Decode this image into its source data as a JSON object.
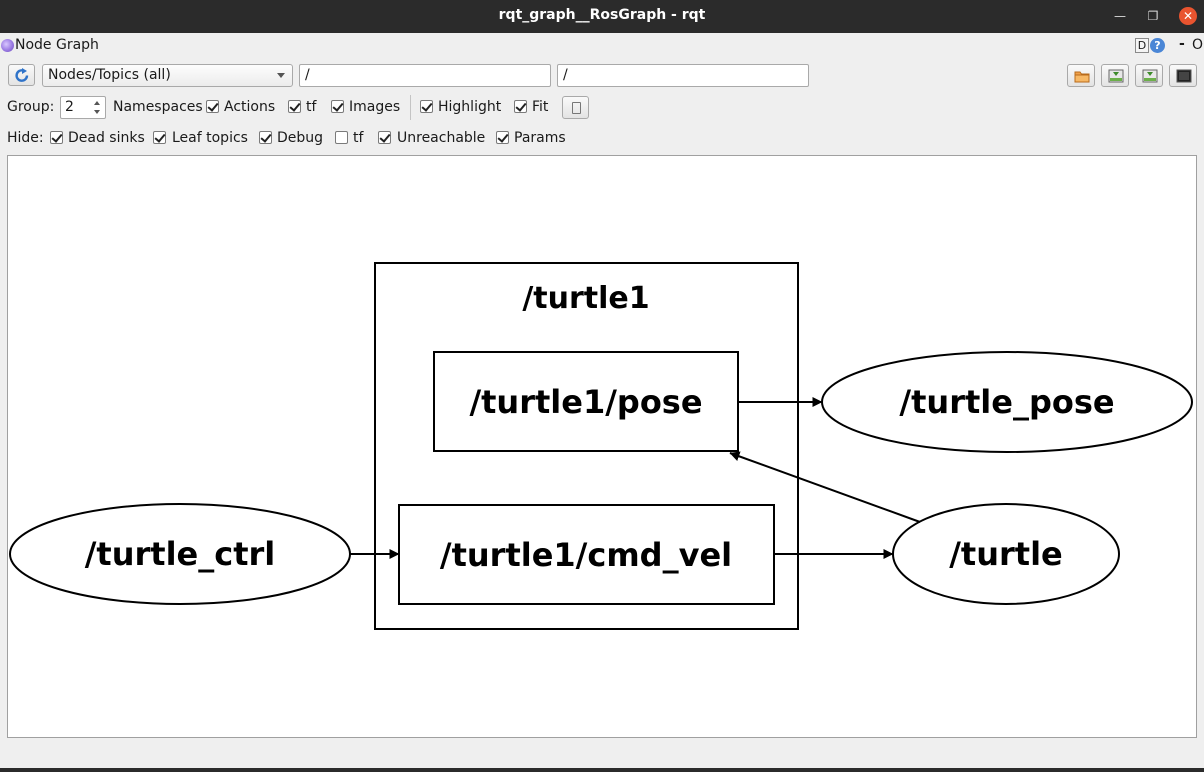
{
  "window": {
    "title": "rqt_graph__RosGraph - rqt"
  },
  "dock": {
    "title": "Node Graph",
    "d_label": "D",
    "help_label": "?",
    "dash_label": "-",
    "o_label": "O"
  },
  "toolbar": {
    "view_mode": "Nodes/Topics (all)",
    "node_filter": "/",
    "topic_filter": "/"
  },
  "options": {
    "group_label": "Group:",
    "group_value": "2",
    "namespaces_label": "Namespaces",
    "actions_label": "Actions",
    "tf_label": "tf",
    "images_label": "Images",
    "highlight_label": "Highlight",
    "fit_label": "Fit",
    "namespaces_checked": true,
    "actions_checked": true,
    "tf_checked": true,
    "images_checked": true,
    "highlight_checked": true,
    "fit_checked": true
  },
  "hide": {
    "label": "Hide:",
    "dead_sinks_label": "Dead sinks",
    "leaf_topics_label": "Leaf topics",
    "debug_label": "Debug",
    "tf_label": "tf",
    "unreachable_label": "Unreachable",
    "params_label": "Params",
    "dead_sinks_checked": true,
    "leaf_topics_checked": true,
    "debug_checked": true,
    "tf_checked": false,
    "unreachable_checked": true,
    "params_checked": true
  },
  "graph": {
    "namespace_cluster": "/turtle1",
    "topic_pose": "/turtle1/pose",
    "topic_cmd_vel": "/turtle1/cmd_vel",
    "node_turtle_pose": "/turtle_pose",
    "node_turtle_ctrl": "/turtle_ctrl",
    "node_turtle": "/turtle"
  }
}
